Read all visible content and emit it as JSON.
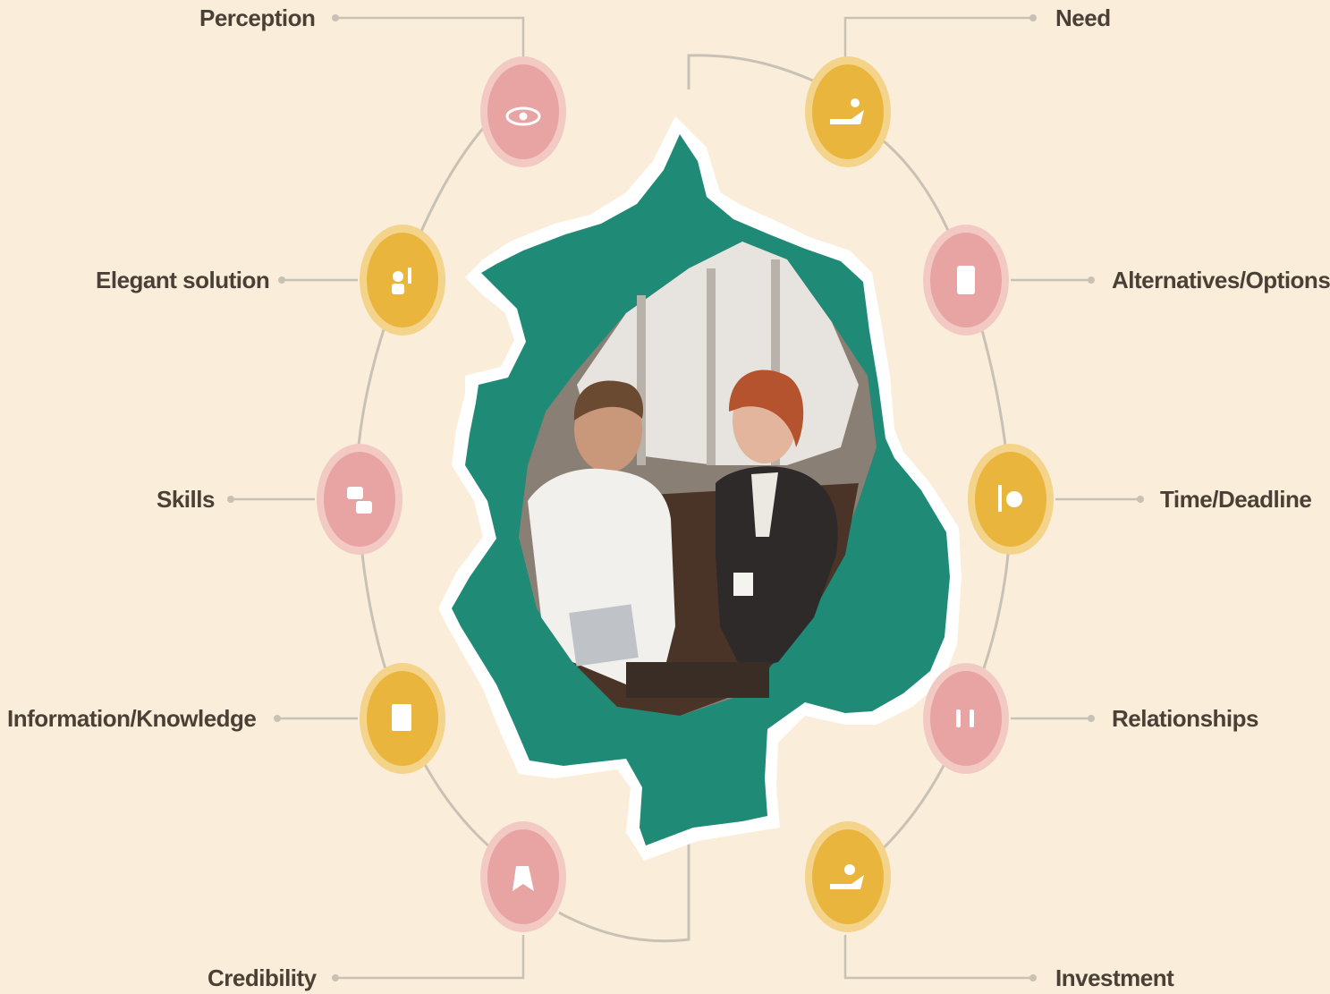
{
  "colors": {
    "background": "#faeedb",
    "pink": "#e8a3a3",
    "pink_ring": "#f3c9c4",
    "yellow": "#e9b53d",
    "yellow_ring": "#f4d38a",
    "teal": "#1f8a76",
    "connector": "#c9c1b4",
    "label_text": "#4a4036"
  },
  "factors": [
    {
      "id": "perception",
      "label": "Perception",
      "color": "pink",
      "icon": "eye-icon"
    },
    {
      "id": "need",
      "label": "Need",
      "color": "yellow",
      "icon": "helping-hand-icon"
    },
    {
      "id": "elegant-solution",
      "label": "Elegant solution",
      "color": "yellow",
      "icon": "people-idea-icon"
    },
    {
      "id": "alternatives-options",
      "label": "Alternatives/Options",
      "color": "pink",
      "icon": "mobile-phone-icon"
    },
    {
      "id": "skills",
      "label": "Skills",
      "color": "pink",
      "icon": "chat-bubbles-icon"
    },
    {
      "id": "time-deadline",
      "label": "Time/Deadline",
      "color": "yellow",
      "icon": "calendar-clock-icon"
    },
    {
      "id": "information-knowledge",
      "label": "Information/Knowledge",
      "color": "yellow",
      "icon": "document-icon"
    },
    {
      "id": "relationships",
      "label": "Relationships",
      "color": "pink",
      "icon": "couple-icon"
    },
    {
      "id": "credibility",
      "label": "Credibility",
      "color": "pink",
      "icon": "award-ribbon-icon"
    },
    {
      "id": "investment",
      "label": "Investment",
      "color": "yellow",
      "icon": "money-hand-icon"
    }
  ],
  "center_image": {
    "icon": "business-meeting-photo"
  }
}
